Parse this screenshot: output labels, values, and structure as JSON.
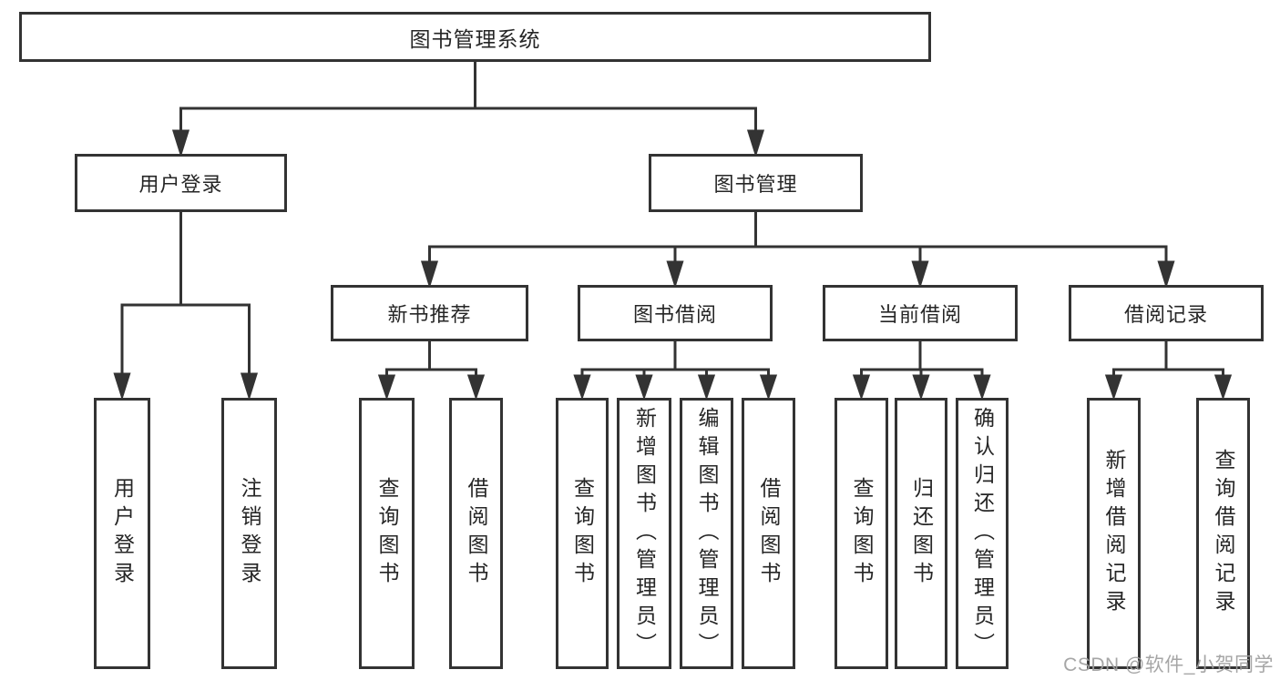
{
  "watermark": {
    "text": "CSDN @软件_小贺同学"
  },
  "colors": {
    "line": "#333333",
    "text": "#262626",
    "background": "#ffffff",
    "watermark": "#9e9e9e"
  },
  "tree": {
    "label": "图书管理系统",
    "children": [
      {
        "label": "用户登录",
        "children": [
          {
            "label": "用户登录"
          },
          {
            "label": "注销登录"
          }
        ]
      },
      {
        "label": "图书管理",
        "children": [
          {
            "label": "新书推荐",
            "children": [
              {
                "label": "查询图书"
              },
              {
                "label": "借阅图书"
              }
            ]
          },
          {
            "label": "图书借阅",
            "children": [
              {
                "label": "查询图书"
              },
              {
                "label": "新增图书（管理员）"
              },
              {
                "label": "编辑图书（管理员）"
              },
              {
                "label": "借阅图书"
              }
            ]
          },
          {
            "label": "当前借阅",
            "children": [
              {
                "label": "查询图书"
              },
              {
                "label": "归还图书"
              },
              {
                "label": "确认归还（管理员）"
              }
            ]
          },
          {
            "label": "借阅记录",
            "children": [
              {
                "label": "新增借阅记录"
              },
              {
                "label": "查询借阅记录"
              }
            ]
          }
        ]
      }
    ]
  }
}
